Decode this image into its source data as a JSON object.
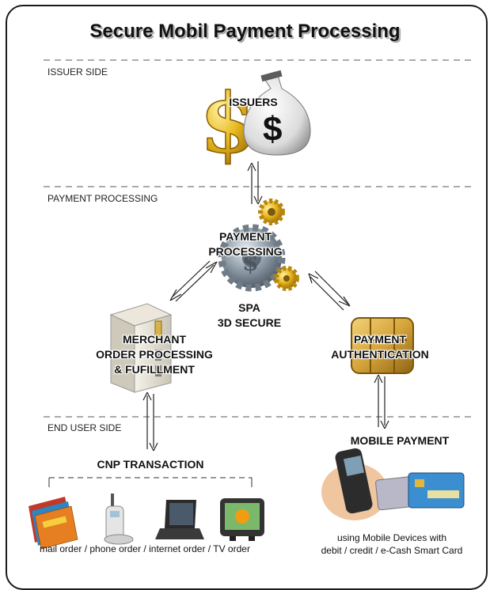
{
  "title": "Secure Mobil Payment Processing",
  "sections": {
    "issuer_side": "ISSUER SIDE",
    "payment_processing": "PAYMENT PROCESSING",
    "end_user_side": "END USER SIDE"
  },
  "nodes": {
    "issuers": "ISSUERS",
    "payment_processing": [
      "PAYMENT",
      "PROCESSING"
    ],
    "spa": [
      "SPA",
      "3D SECURE"
    ],
    "merchant": [
      "MERCHANT",
      "ORDER PROCESSING",
      "& FUFILLMENT"
    ],
    "authentication": [
      "PAYMENT",
      "AUTHENTICATION"
    ],
    "mobile_payment": "MOBILE PAYMENT",
    "cnp_transaction": "CNP TRANSACTION"
  },
  "captions": {
    "cnp_channels": "mail order / phone order / internet order / TV order",
    "mobile_devices": [
      "using Mobile Devices with",
      "debit / credit / e-Cash Smart Card"
    ]
  },
  "icons": [
    "dollar-sign-icon",
    "money-bag-icon",
    "gears-icon",
    "server-icon",
    "smart-chip-icon",
    "magazines-icon",
    "cordless-phone-icon",
    "laptop-icon",
    "tv-icon",
    "mobile-phone-icon",
    "smart-cards-icon"
  ],
  "colors": {
    "gold": "#e8b820",
    "steel": "#8a98a4",
    "chip": "#d6a33a"
  }
}
